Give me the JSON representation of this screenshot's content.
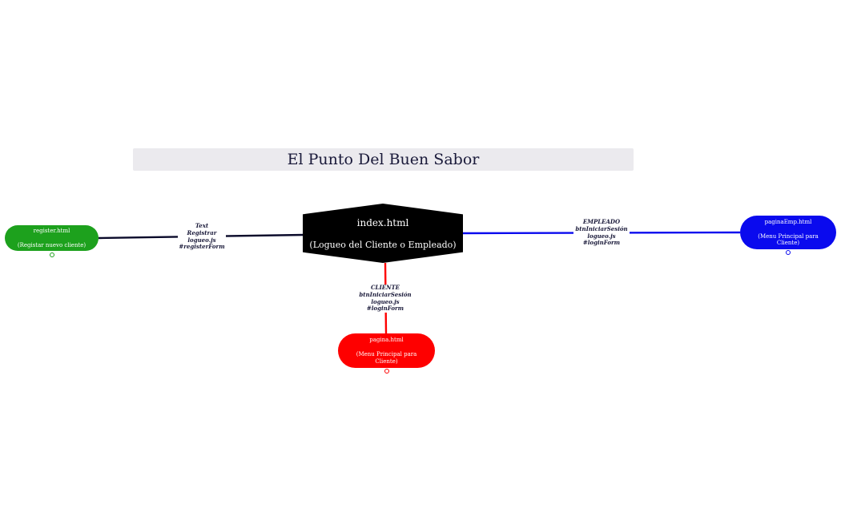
{
  "title": "El Punto Del Buen Sabor",
  "center_node": {
    "title": "index.html",
    "subtitle": "(Logueo del Cliente o Empleado)",
    "color": "#000000"
  },
  "nodes": {
    "register": {
      "title": "register.html",
      "subtitle": "(Registar nuevo cliente)",
      "color": "#1da11d"
    },
    "pagina": {
      "title": "pagina.html",
      "subtitle": "(Menu Principal para Cliente)",
      "color": "#fe0000"
    },
    "pagina_emp": {
      "title": "paginaEmp.html",
      "subtitle": "(Menu Principal para Cliente)",
      "color": "#0a0aee"
    }
  },
  "edge_labels": {
    "register": [
      "Text",
      "Registrar",
      "logueo.js",
      "#registerForm"
    ],
    "pagina": [
      "CLIENTE",
      "btnIniciarSesión",
      "logueo.js",
      "#loginForm"
    ],
    "pagina_emp": [
      "EMPLEADO",
      "btnIniciarSesión",
      "logueo.js",
      "#loginForm"
    ]
  },
  "edge_colors": {
    "register": "#0a0a2a",
    "pagina": "#fe0000",
    "pagina_emp": "#0a0aee"
  }
}
